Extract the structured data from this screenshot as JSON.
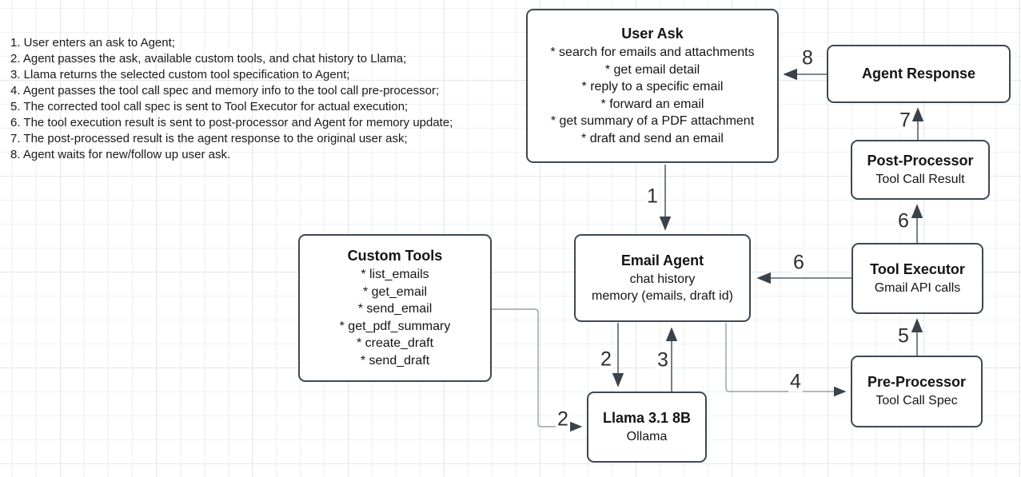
{
  "colors": {
    "node_border": "#3e4852",
    "edge": "#566068",
    "edge_light": "#9aa0a6",
    "arrowhead": "#3a434c",
    "text": "#141414",
    "grid_minor": "#eff1f2",
    "grid_major": "#e3e6e9"
  },
  "notes": {
    "items": [
      "1. User enters an ask to Agent;",
      "2. Agent passes the ask, available custom tools, and chat history to Llama;",
      "3. Llama returns the selected custom tool specification to Agent;",
      "4. Agent passes the tool call spec and memory info to the tool call pre-processor;",
      "5. The corrected tool call spec is sent to Tool Executor for actual execution;",
      "6. The tool execution result is sent to post-processor and Agent for memory update;",
      "7. The post-processed result is the agent response to the original user ask;",
      "8. Agent waits for new/follow up user ask."
    ]
  },
  "nodes": {
    "user_ask": {
      "title": "User Ask",
      "lines": [
        "* search for emails and attachments",
        "* get email detail",
        "* reply to a specific email",
        "* forward an email",
        "* get summary of a PDF attachment",
        "* draft and send an email"
      ]
    },
    "agent_response": {
      "title": "Agent Response"
    },
    "post_processor": {
      "title": "Post-Processor",
      "subtitle": "Tool Call Result"
    },
    "email_agent": {
      "title": "Email Agent",
      "lines": [
        "chat history",
        "memory (emails, draft id)"
      ]
    },
    "tool_executor": {
      "title": "Tool Executor",
      "subtitle": "Gmail API calls"
    },
    "custom_tools": {
      "title": "Custom Tools",
      "lines": [
        "* list_emails",
        "* get_email",
        "* send_email",
        "* get_pdf_summary",
        "* create_draft",
        "* send_draft"
      ]
    },
    "pre_processor": {
      "title": "Pre-Processor",
      "subtitle": "Tool Call Spec"
    },
    "llama": {
      "title": "Llama 3.1 8B",
      "subtitle": "Ollama"
    }
  },
  "edge_labels": [
    {
      "label": "1"
    },
    {
      "label": "2"
    },
    {
      "label": "3"
    },
    {
      "label": "2"
    },
    {
      "label": "4"
    },
    {
      "label": "5"
    },
    {
      "label": "6"
    },
    {
      "label": "6"
    },
    {
      "label": "7"
    },
    {
      "label": "8"
    }
  ]
}
